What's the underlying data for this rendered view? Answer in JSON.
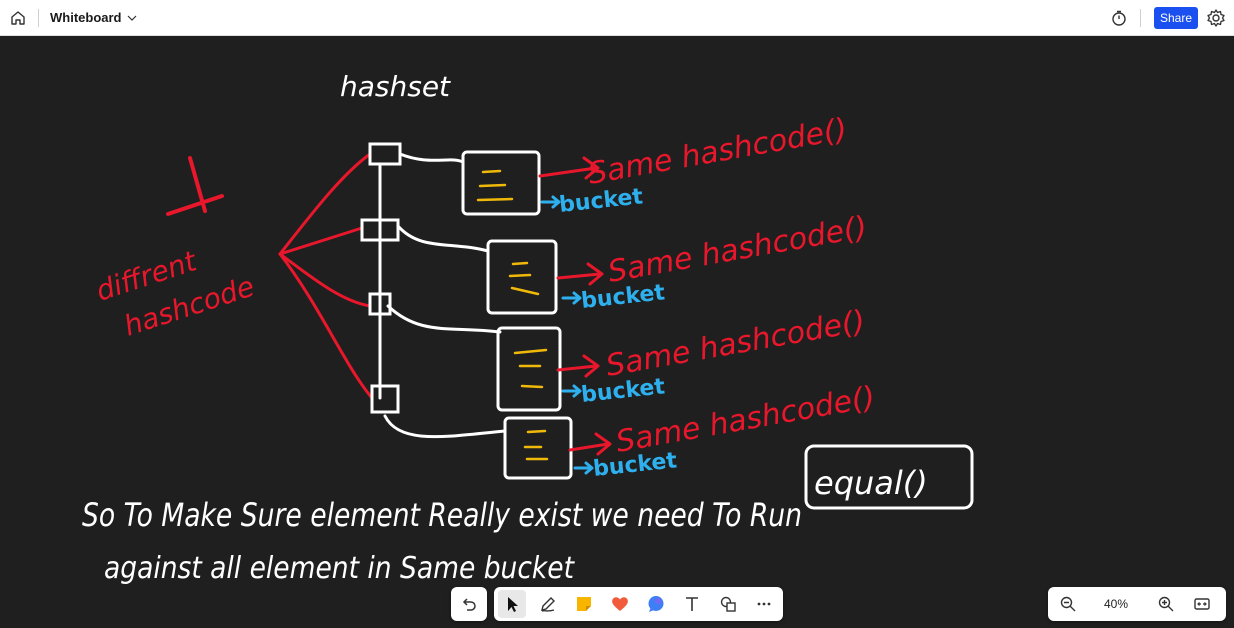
{
  "header": {
    "title": "Whiteboard",
    "share_label": "Share"
  },
  "toolbar": {
    "tools": [
      "undo-icon",
      "select-pointer-icon",
      "pen-icon",
      "sticky-note-icon",
      "heart-reaction-icon",
      "chat-bubble-icon",
      "text-icon",
      "shapes-icon",
      "more-icon"
    ]
  },
  "zoom": {
    "level": "40%"
  },
  "canvas": {
    "background": "#1f1f1f",
    "ink_colors": {
      "white": "#ffffff",
      "red": "#e8172b",
      "blue": "#2fb0ee",
      "yellow": "#f0b90a"
    },
    "handwriting": {
      "heading": "hashset",
      "left_label_line1": "diffrent",
      "left_label_line2": "hashcode",
      "bucket_notes": [
        {
          "relation": "Same hashcode()",
          "label": "bucket"
        },
        {
          "relation": "Same hashcode()",
          "label": "bucket"
        },
        {
          "relation": "Same hashcode()",
          "label": "bucket"
        },
        {
          "relation": "Same hashcode()",
          "label": "bucket"
        }
      ],
      "sentence_line1": "So To Make Sure element Really exist we need To Run",
      "sentence_boxed_word": "equal()",
      "sentence_line2": "against all element in Same bucket"
    }
  }
}
